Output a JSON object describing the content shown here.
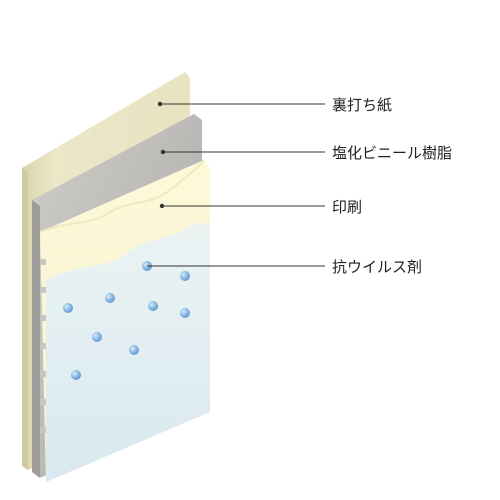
{
  "layers": [
    {
      "label": "裏打ち紙",
      "color": "#ece8c8"
    },
    {
      "label": "塩化ビニール樹脂",
      "color": "#b9b7b4"
    },
    {
      "label": "印刷",
      "color": "#fbf7d8"
    },
    {
      "label": "抗ウイルス剤",
      "color": "#dcecf5"
    }
  ],
  "leader_color": "#333333",
  "dot_color": "#8ab8e2"
}
